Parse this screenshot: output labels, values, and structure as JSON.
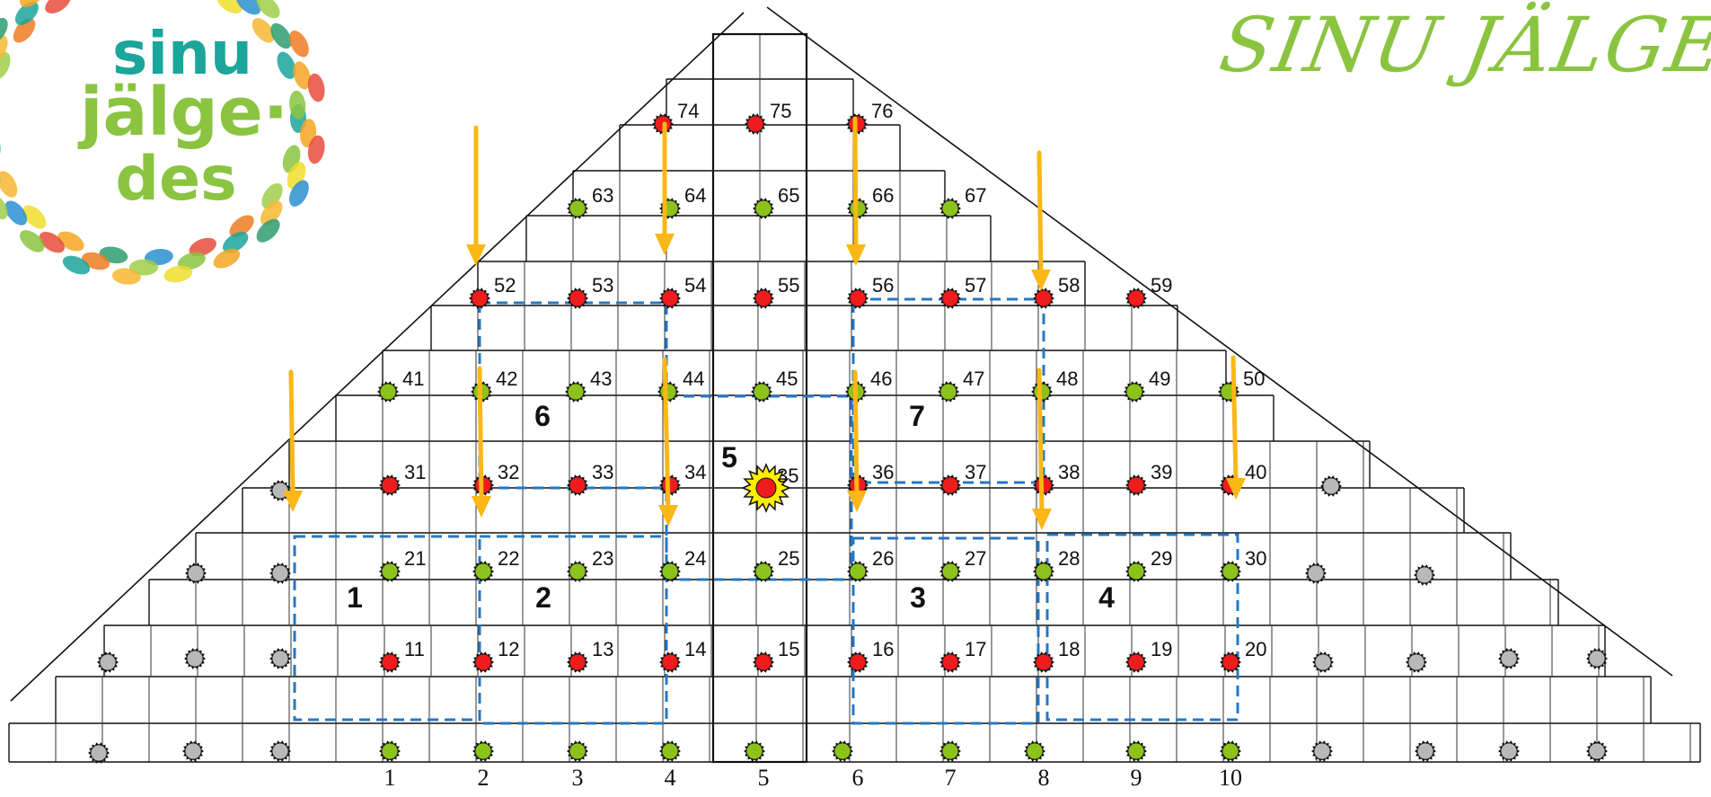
{
  "title": "SINU JÄLGEDES",
  "logo": {
    "lines": [
      "sinu",
      "jälge·",
      "des"
    ],
    "name": "sinu-jalgedes-logo"
  },
  "columns": [
    "1",
    "2",
    "3",
    "4",
    "5",
    "6",
    "7",
    "8",
    "9",
    "10"
  ],
  "zones": [
    "1",
    "2",
    "3",
    "4",
    "5",
    "6",
    "7"
  ],
  "points": {
    "red": [
      [
        "74",
        ""
      ],
      [
        "75",
        ""
      ],
      [
        "76",
        ""
      ],
      [
        "52",
        ""
      ],
      [
        "53",
        ""
      ],
      [
        "54",
        ""
      ],
      [
        "55",
        ""
      ],
      [
        "56",
        ""
      ],
      [
        "57",
        ""
      ],
      [
        "58",
        ""
      ],
      [
        "59",
        ""
      ],
      [
        "31",
        ""
      ],
      [
        "32",
        ""
      ],
      [
        "33",
        ""
      ],
      [
        "34",
        ""
      ],
      [
        "36",
        ""
      ],
      [
        "37",
        ""
      ],
      [
        "38",
        ""
      ],
      [
        "39",
        ""
      ],
      [
        "40",
        ""
      ],
      [
        "11",
        ""
      ],
      [
        "12",
        ""
      ],
      [
        "13",
        ""
      ],
      [
        "14",
        ""
      ],
      [
        "15",
        ""
      ],
      [
        "16",
        ""
      ],
      [
        "17",
        ""
      ],
      [
        "18",
        ""
      ],
      [
        "19",
        ""
      ],
      [
        "20",
        ""
      ]
    ],
    "green": [
      [
        "63",
        ""
      ],
      [
        "64",
        ""
      ],
      [
        "65",
        ""
      ],
      [
        "66",
        ""
      ],
      [
        "67",
        ""
      ],
      [
        "41",
        ""
      ],
      [
        "42",
        ""
      ],
      [
        "43",
        ""
      ],
      [
        "44",
        ""
      ],
      [
        "45",
        ""
      ],
      [
        "46",
        ""
      ],
      [
        "47",
        ""
      ],
      [
        "48",
        ""
      ],
      [
        "49",
        ""
      ],
      [
        "50",
        ""
      ],
      [
        "21",
        ""
      ],
      [
        "22",
        ""
      ],
      [
        "23",
        ""
      ],
      [
        "24",
        ""
      ],
      [
        "25",
        ""
      ],
      [
        "26",
        ""
      ],
      [
        "27",
        ""
      ],
      [
        "28",
        ""
      ],
      [
        "29",
        ""
      ],
      [
        "30",
        ""
      ]
    ],
    "special": "35"
  },
  "colors": {
    "red": "#ee1c1c",
    "green": "#8bc21c",
    "gray": "#b8b8b8",
    "arrow": "#fbb715",
    "dash": "#2478c4",
    "title": "#8ac440",
    "special": "#ffee00"
  }
}
